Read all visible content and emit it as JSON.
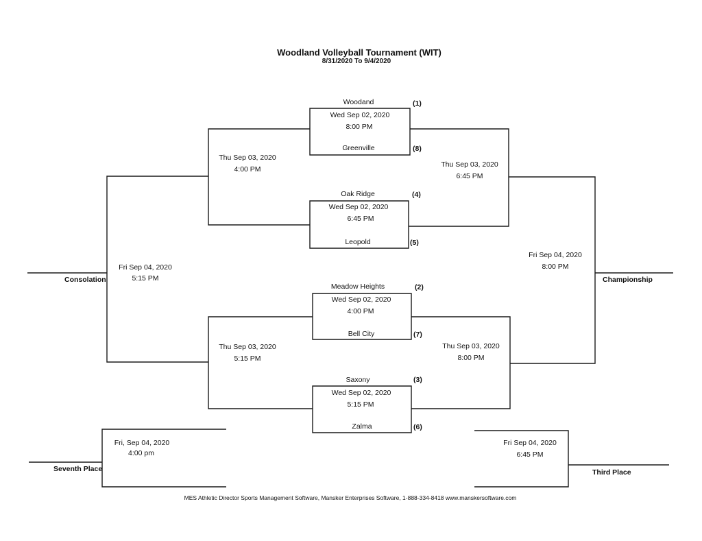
{
  "header": {
    "title": "Woodland Volleyball Tournament (WIT)",
    "dates": "8/31/2020 To 9/4/2020"
  },
  "first_round": [
    {
      "team_top": "Woodand",
      "seed_top": "(1)",
      "date": "Wed Sep 02, 2020",
      "time": "8:00 PM",
      "team_bottom": "Greenville",
      "seed_bottom": "(8)"
    },
    {
      "team_top": "Oak Ridge",
      "seed_top": "(4)",
      "date": "Wed Sep 02, 2020",
      "time": "6:45 PM",
      "team_bottom": "Leopold",
      "seed_bottom": "(5)"
    },
    {
      "team_top": "Meadow Heights",
      "seed_top": "(2)",
      "date": "Wed Sep 02, 2020",
      "time": "4:00 PM",
      "team_bottom": "Bell City",
      "seed_bottom": "(7)"
    },
    {
      "team_top": "Saxony",
      "seed_top": "(3)",
      "date": "Wed Sep 02, 2020",
      "time": "5:15 PM",
      "team_bottom": "Zalma",
      "seed_bottom": "(6)"
    }
  ],
  "semis": {
    "cons_top": {
      "date": "Thu Sep 03, 2020",
      "time": "4:00 PM"
    },
    "cons_bottom": {
      "date": "Thu Sep 03, 2020",
      "time": "5:15 PM"
    },
    "champ_top": {
      "date": "Thu Sep 03, 2020",
      "time": "6:45 PM"
    },
    "champ_bottom": {
      "date": "Thu Sep 03, 2020",
      "time": "8:00 PM"
    }
  },
  "finals": {
    "consolation": {
      "label": "Consolation",
      "date": "Fri Sep 04, 2020",
      "time": "5:15 PM"
    },
    "championship": {
      "label": "Championship",
      "date": "Fri Sep 04, 2020",
      "time": "8:00 PM"
    },
    "seventh": {
      "label": "Seventh Place",
      "date": "Fri, Sep 04, 2020",
      "time": "4:00 pm"
    },
    "third": {
      "label": "Third Place",
      "date": "Fri Sep 04, 2020",
      "time": "6:45 PM"
    }
  },
  "footer": {
    "text": "MES Athletic Director Sports Management Software, Mansker Enterprises Software, 1-888-334-8418   www.manskersoftware.com"
  }
}
